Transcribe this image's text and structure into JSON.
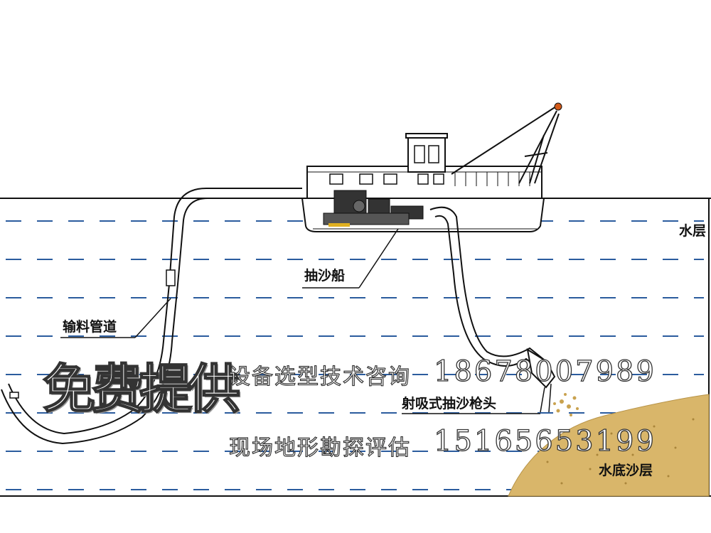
{
  "labels": {
    "water_layer": "水层",
    "dredger": "抽沙船",
    "pipeline": "输料管道",
    "nozzle": "射吸式抽沙枪头",
    "sand_layer": "水底沙层"
  },
  "promo": {
    "headline": "免费提供",
    "line1_text": "设备选型技术咨询",
    "line1_phone": "18678007989",
    "line2_text": "现场地形勘探评估",
    "line2_phone": "15165653199"
  },
  "colors": {
    "water_dash": "#2b5c9e",
    "sand": "#d9b66a",
    "outline": "#111111"
  }
}
